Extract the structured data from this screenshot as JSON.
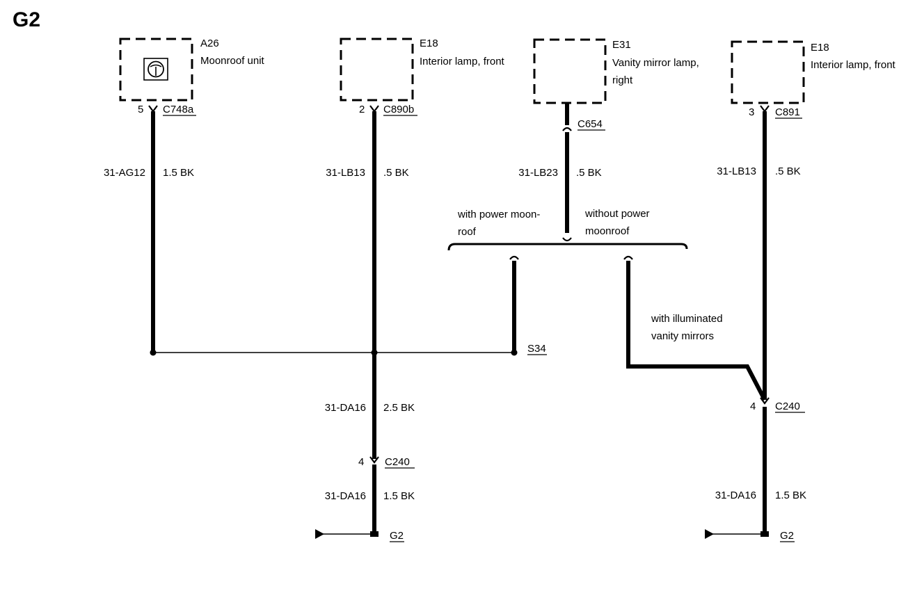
{
  "title": "G2",
  "components": {
    "a26": {
      "id": "A26",
      "name": "Moonroof unit"
    },
    "e18_left": {
      "id": "E18",
      "name": "Interior lamp, front"
    },
    "e31": {
      "id": "E31",
      "name_line1": "Vanity mirror lamp,",
      "name_line2": "right"
    },
    "e18_right": {
      "id": "E18",
      "name": "Interior lamp, front"
    }
  },
  "connectors": {
    "c748a": {
      "pin": "5",
      "name": "C748a"
    },
    "c890b": {
      "pin": "2",
      "name": "C890b"
    },
    "c654": {
      "name": "C654"
    },
    "c891": {
      "pin": "3",
      "name": "C891"
    },
    "c240_left": {
      "pin": "4",
      "name": "C240"
    },
    "c240_right": {
      "pin": "4",
      "name": "C240"
    }
  },
  "wires": {
    "ag12": {
      "circuit": "31-AG12",
      "spec": "1.5 BK"
    },
    "lb13_left": {
      "circuit": "31-LB13",
      "spec": ".5 BK"
    },
    "lb23": {
      "circuit": "31-LB23",
      "spec": ".5 BK"
    },
    "lb13_right": {
      "circuit": "31-LB13",
      "spec": ".5 BK"
    },
    "da16_upper": {
      "circuit": "31-DA16",
      "spec": "2.5 BK"
    },
    "da16_lower_left": {
      "circuit": "31-DA16",
      "spec": "1.5 BK"
    },
    "da16_lower_right": {
      "circuit": "31-DA16",
      "spec": "1.5 BK"
    }
  },
  "options": {
    "with_power_line1": "with power moon-",
    "with_power_line2": "roof",
    "without_power_line1": "without power",
    "without_power_line2": "moonroof",
    "illuminated_line1": "with illuminated",
    "illuminated_line2": "vanity mirrors"
  },
  "splice": {
    "name": "S34"
  },
  "grounds": {
    "left": {
      "name": "G2"
    },
    "right": {
      "name": "G2"
    }
  }
}
